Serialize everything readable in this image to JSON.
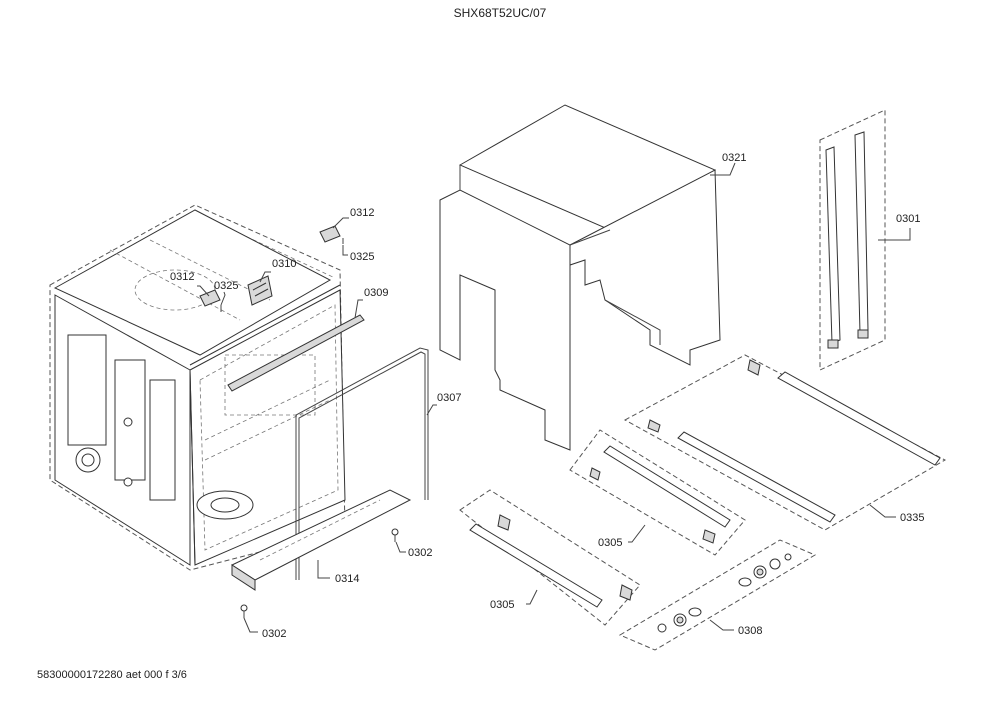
{
  "header": {
    "model": "SHX68T52UC/07"
  },
  "footer": {
    "doc_id": "58300000172280 aet 000 f 3/6"
  },
  "callouts": {
    "c0312a": "0312",
    "c0325a": "0325",
    "c0312b": "0312",
    "c0325b": "0325",
    "c0310": "0310",
    "c0309": "0309",
    "c0307": "0307",
    "c0302a": "0302",
    "c0314": "0314",
    "c0302b": "0302",
    "c0321": "0321",
    "c0301": "0301",
    "c0335": "0335",
    "c0305a": "0305",
    "c0305b": "0305",
    "c0308": "0308"
  }
}
